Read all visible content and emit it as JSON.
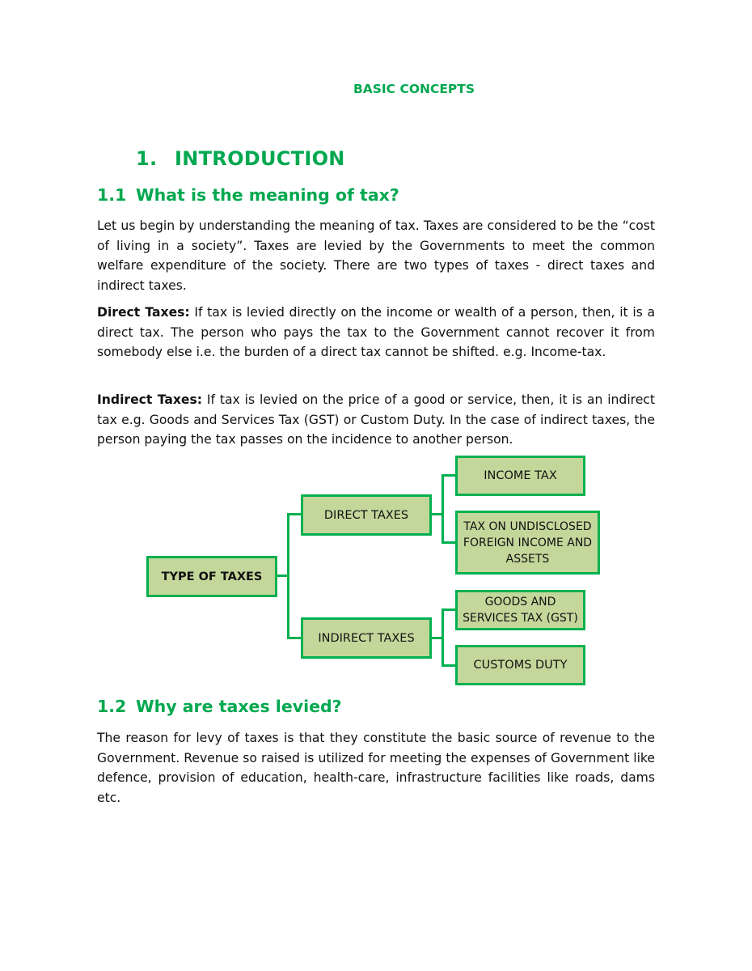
{
  "header": "BASIC CONCEPTS",
  "section": {
    "number": "1.",
    "title": "INTRODUCTION"
  },
  "s11": {
    "number": "1.1",
    "title": "What is the meaning of tax?"
  },
  "p1": "Let us begin by understanding the meaning of tax. Taxes are considered to be the “cost of living in a society”. Taxes are levied by the Governments to meet the common welfare expenditure of the society. There are two types of taxes - direct taxes and indirect taxes.",
  "p2": {
    "label": "Direct Taxes:",
    "text": " If tax is levied directly on the income or wealth of a person, then, it is a direct tax. The person who pays the tax to the Government cannot recover it from somebody else i.e. the burden of a direct tax cannot be shifted. e.g. Income-tax."
  },
  "p3": {
    "label": "Indirect Taxes:",
    "text": " If tax is levied on the price of a good or service, then, it is an indirect tax e.g. Goods and Services Tax (GST) or Custom Duty. In the case of indirect taxes, the person paying the tax passes on the incidence to another person."
  },
  "diagram": {
    "root": "TYPE OF TAXES",
    "direct": "DIRECT TAXES",
    "indirect": "INDIRECT TAXES",
    "income_tax": "INCOME TAX",
    "undisclosed": "TAX ON UNDISCLOSED FOREIGN INCOME AND ASSETS",
    "gst": "GOODS AND SERVICES TAX (GST)",
    "customs": "CUSTOMS DUTY"
  },
  "s12": {
    "number": "1.2",
    "title": "Why are taxes levied?"
  },
  "p4": "The reason for levy of taxes is that they constitute the basic source of revenue to the Government. Revenue so raised is utilized for meeting the expenses of Government like defence, provision of education, health-care, infrastructure facilities like roads, dams etc."
}
